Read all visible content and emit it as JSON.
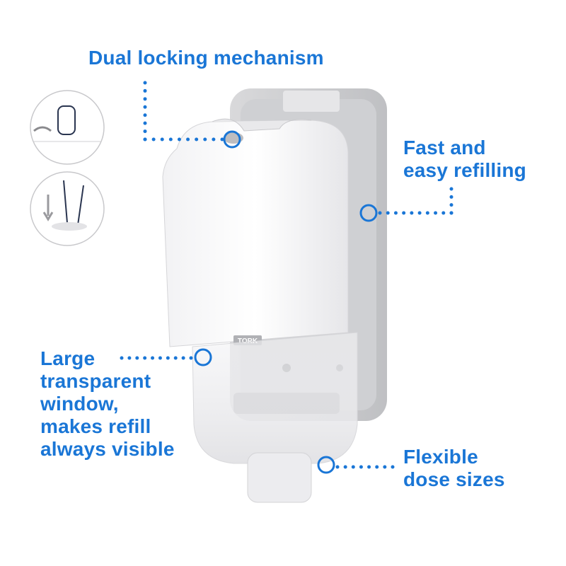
{
  "accent_color": "#1a76d6",
  "brand": "TORK",
  "callouts": {
    "locking": {
      "lines": [
        "Dual locking mechanism"
      ]
    },
    "refilling": {
      "lines": [
        "Fast and",
        "easy refilling"
      ]
    },
    "window": {
      "lines": [
        "Large",
        "transparent",
        "window,",
        "makes refill",
        "always visible"
      ]
    },
    "dose": {
      "lines": [
        "Flexible",
        "dose sizes"
      ]
    }
  },
  "insets": [
    "twist-key-unlock-icon",
    "press-push-icon"
  ]
}
